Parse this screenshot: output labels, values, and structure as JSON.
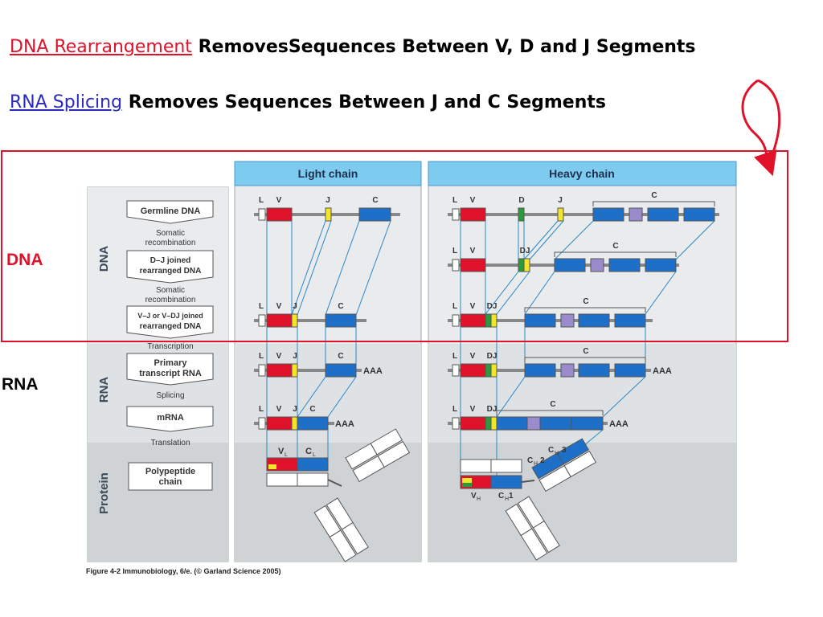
{
  "header": {
    "line1_keyword": "DNA Rearrangement",
    "line1_rest": " RemovesSequences Between V, D and J Segments",
    "line2_keyword": "RNA Splicing",
    "line2_rest": " Removes Sequences Between J and C Segments"
  },
  "side_labels": {
    "dna": "DNA",
    "rna": "RNA"
  },
  "figure": {
    "light_chain_title": "Light chain",
    "heavy_chain_title": "Heavy chain",
    "sections": {
      "dna": "DNA",
      "rna": "RNA",
      "protein": "Protein"
    },
    "steps": {
      "germline": "Germline DNA",
      "somatic1_a": "Somatic",
      "somatic1_b": "recombination",
      "dj_joined_a": "D–J joined",
      "dj_joined_b": "rearranged DNA",
      "somatic2_a": "Somatic",
      "somatic2_b": "recombination",
      "vj_joined_a": "V–J or V–DJ joined",
      "vj_joined_b": "rearranged DNA",
      "transcription": "Transcription",
      "primary_a": "Primary",
      "primary_b": "transcript RNA",
      "splicing": "Splicing",
      "mrna": "mRNA",
      "translation": "Translation",
      "poly_a": "Polypeptide",
      "poly_b": "chain"
    },
    "segments": {
      "L": "L",
      "V": "V",
      "D": "D",
      "J": "J",
      "DJ": "DJ",
      "C": "C"
    },
    "poly_a_tail": "AAA",
    "protein_labels": {
      "vl": "V",
      "vl_sub": "L",
      "cl": "C",
      "cl_sub": "L",
      "vh": "V",
      "vh_sub": "H",
      "ch1": "C",
      "ch1_sub": "H",
      "ch1_num": "1",
      "ch2": "C",
      "ch2_sub": "H",
      "ch2_num": "2",
      "ch3": "C",
      "ch3_sub": "H",
      "ch3_num": "3"
    },
    "caption": "Figure 4-2  Immunobiology, 6/e. (© Garland Science 2005)"
  },
  "colors": {
    "red": "#e0122a",
    "blue": "#1e6fc8",
    "yellow": "#f3e62a",
    "green": "#2a9a3a",
    "purple": "#9a8ccc",
    "panel_header": "#7dcbef"
  }
}
